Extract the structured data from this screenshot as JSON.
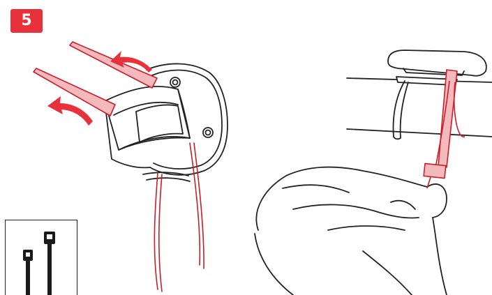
{
  "step": {
    "number": "5"
  },
  "colors": {
    "accent": "#e8313a",
    "line": "#222222",
    "tie": "#1a1a1a"
  },
  "icons": [
    "curved-arrow-icon",
    "cable-tie-icon",
    "bike-computer-mount",
    "hand-illustration"
  ]
}
